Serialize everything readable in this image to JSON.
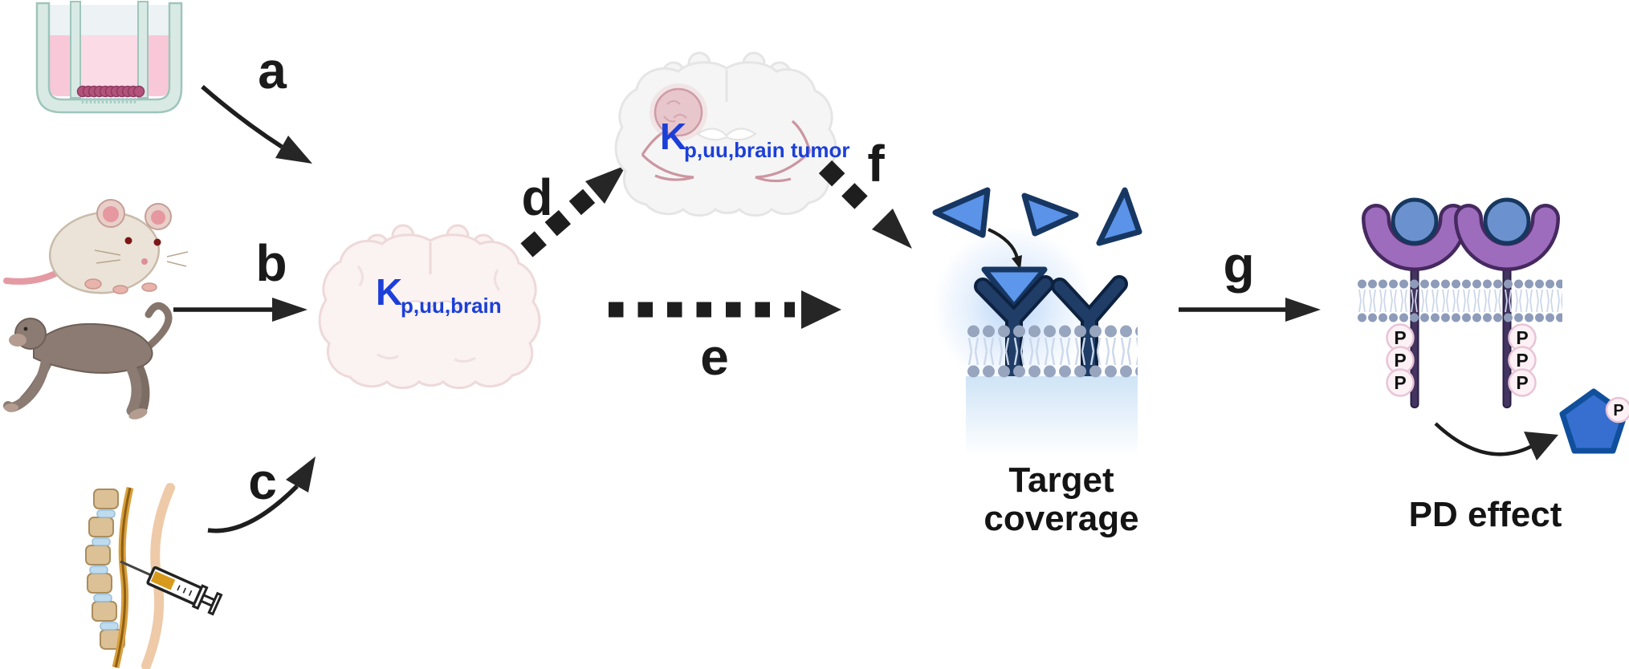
{
  "figure": {
    "background": "#ffffff",
    "step_labels": {
      "a": "a",
      "b": "b",
      "c": "c",
      "d": "d",
      "e": "e",
      "f": "f",
      "g": "g"
    },
    "kp_brain": {
      "base": "K",
      "sub": "p,uu,brain"
    },
    "kp_brain_tumor": {
      "base": "K",
      "sub": "p,uu,brain tumor"
    },
    "target_coverage": {
      "line1": "Target",
      "line2": "coverage"
    },
    "pd_effect_label": "PD effect",
    "phosphate_label": "P",
    "colors": {
      "label_blue": "#1c3fd8",
      "arrow_black": "#1e1e1e",
      "ligand_blue": "#5b93e8",
      "antibody_navy": "#1f3d66",
      "membrane_head_gray": "#97a5bf",
      "receptor_purple": "#9d6cbd",
      "receptor_stem_purple": "#433460",
      "pentagon_blue": "#366fd0",
      "phosphate_pink": "#fdf1f5",
      "medium_pink": "#f8c8d8",
      "brain_pink": "#fbf2f2",
      "tumor_pink": "#e8c7cc"
    },
    "icons": {
      "in_vitro": "transwell-assay-icon",
      "mouse": "mouse-icon",
      "monkey": "monkey-icon",
      "csf_sampling": "lumbar-puncture-syringe-icon",
      "brain": "coronal-brain-icon",
      "brain_tumor": "coronal-brain-tumor-icon",
      "ligand": "triangle-ligand-icon",
      "antibody": "y-antibody-icon",
      "membrane": "lipid-bilayer-icon",
      "receptor": "cup-receptor-icon",
      "phosphate_site": "phosphate-circle-icon",
      "effector": "pentagon-effector-icon"
    }
  }
}
